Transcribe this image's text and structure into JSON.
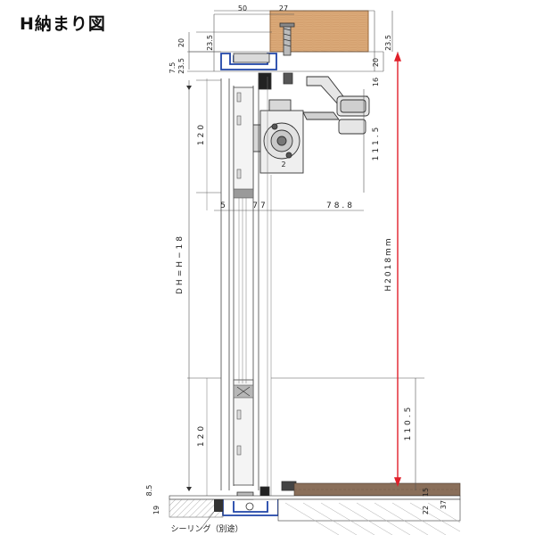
{
  "title": "H納まり図",
  "colors": {
    "line": "#333333",
    "thin": "#555555",
    "frame": "#1f44a8",
    "wood": "#d9a878",
    "wood_stroke": "#9a6a3c",
    "floor": "#8a6f5a",
    "red": "#e0202a",
    "hatch": "#999999"
  },
  "dims": {
    "d50": "50",
    "d27": "27",
    "d20a": "20",
    "d23_5a": "23.5",
    "d7_5": "7.5",
    "d23_5b": "23.5",
    "d23_5c": "23.5",
    "d20b": "20",
    "d16": "16",
    "d111_5": "111.5",
    "d120a": "120",
    "d5": "5",
    "d77": "77",
    "d78_8": "78.8",
    "dh": "DH=H−18",
    "h2018": "H2018mm",
    "d120b": "120",
    "d110_5": "110.5",
    "d8_5": "8.5",
    "d19": "19",
    "d22": "22",
    "d15": "15",
    "d37": "37"
  },
  "labels": {
    "sealing": "シーリング（別途）",
    "mark2": "2"
  }
}
